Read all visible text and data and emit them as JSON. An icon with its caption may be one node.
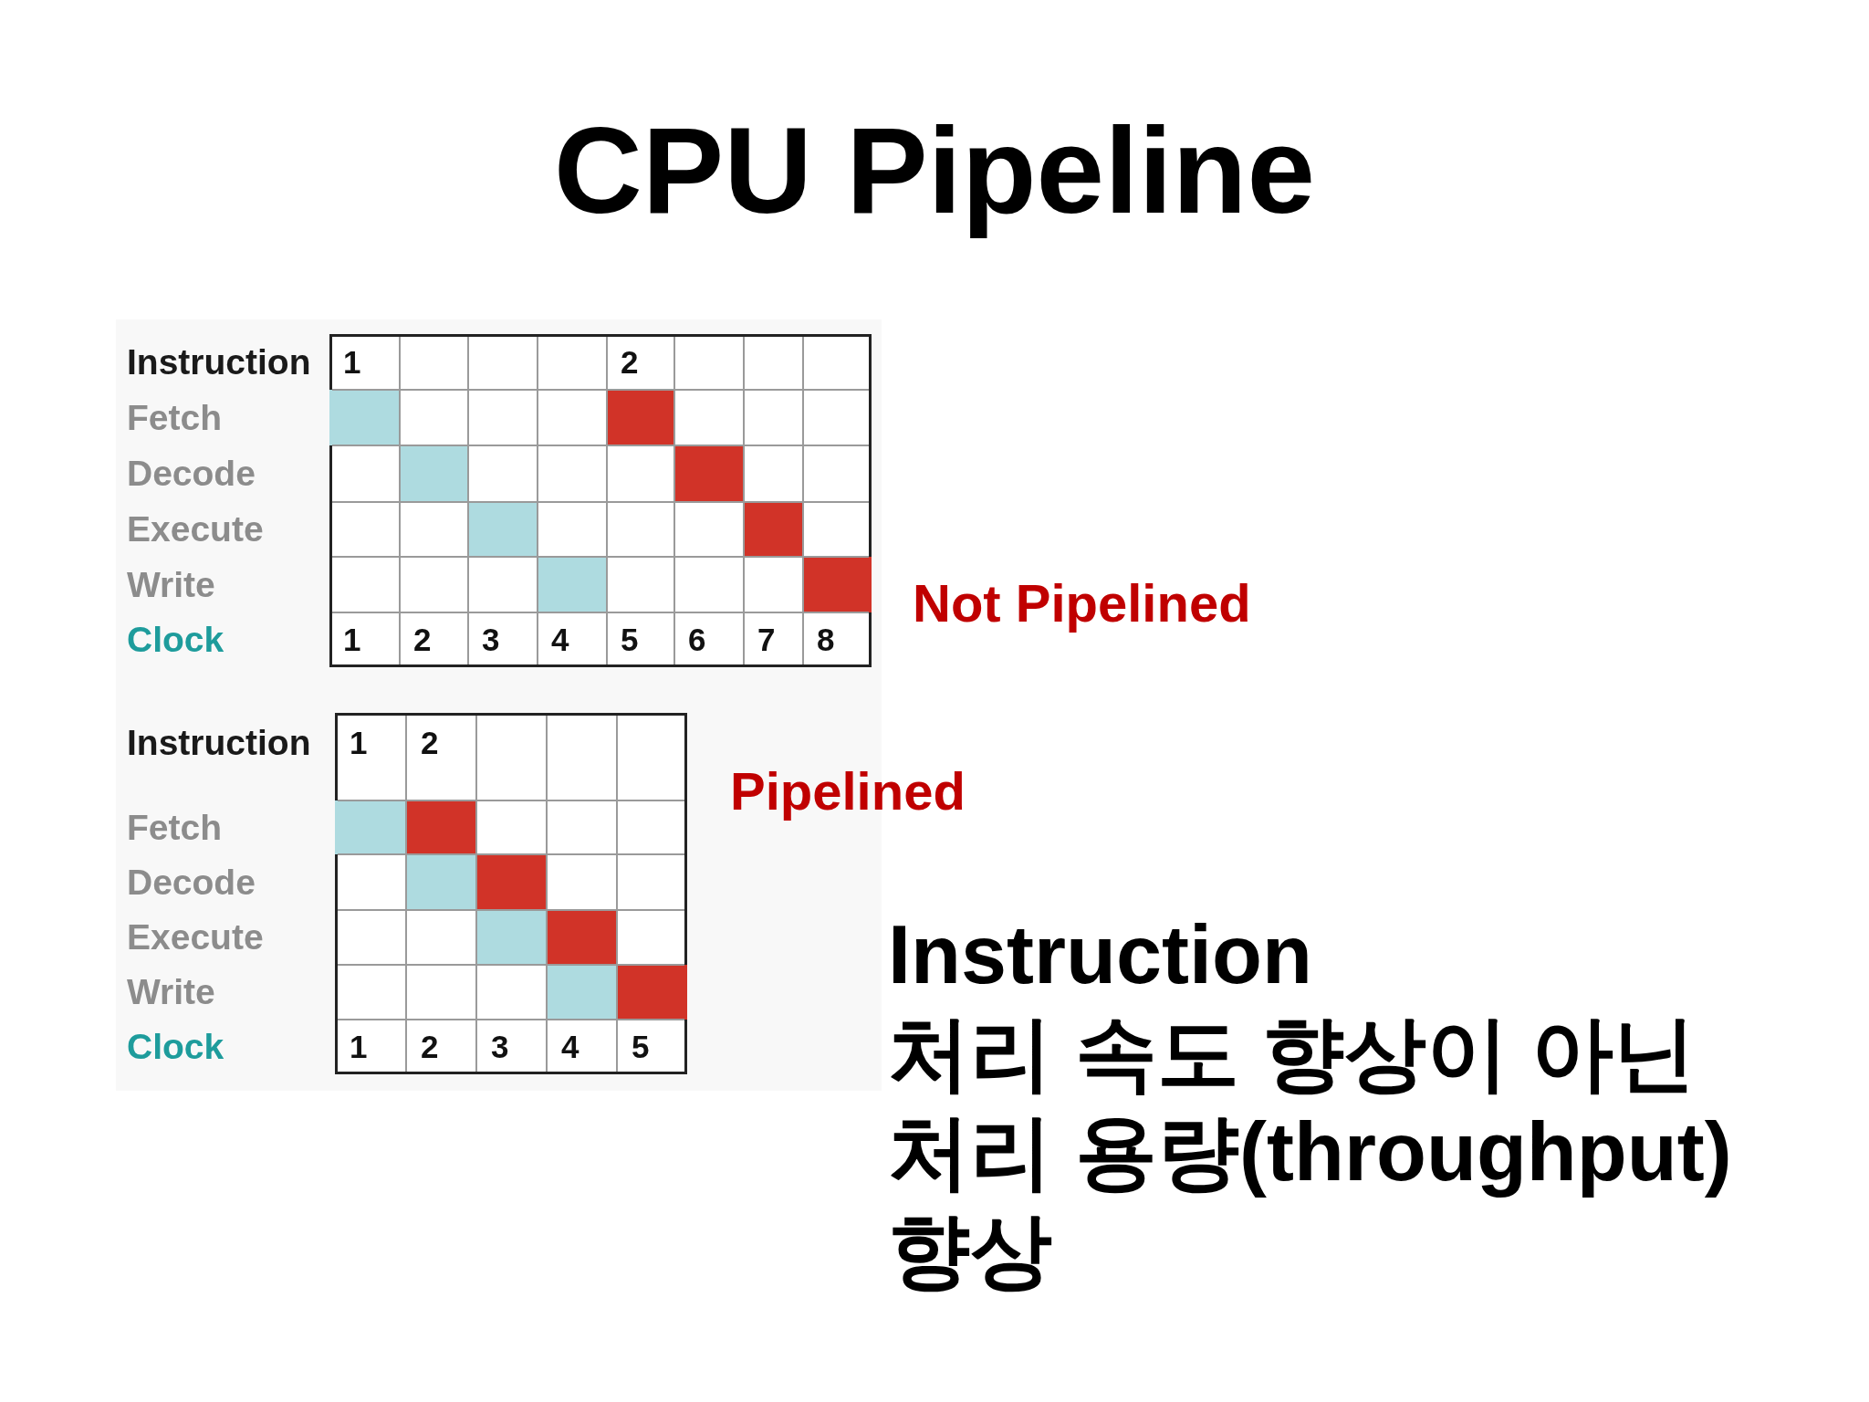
{
  "diagram": {
    "title": "CPU Pipeline",
    "labels": [
      "Instruction",
      "1",
      "2",
      "Fetch",
      "Decode",
      "Execute",
      "Write",
      "Clock",
      "1",
      "2",
      "3",
      "4",
      "5",
      "6",
      "7",
      "8",
      "Not Pipelined",
      "Instruction",
      "1",
      "2",
      "Pipelined",
      "Fetch",
      "Decode",
      "Execute",
      "Write",
      "Clock",
      "1",
      "2",
      "3",
      "4",
      "5",
      "Instruction 처리 속도 향상이 아닌 처리 용량(throughput) 향상"
    ]
  }
}
